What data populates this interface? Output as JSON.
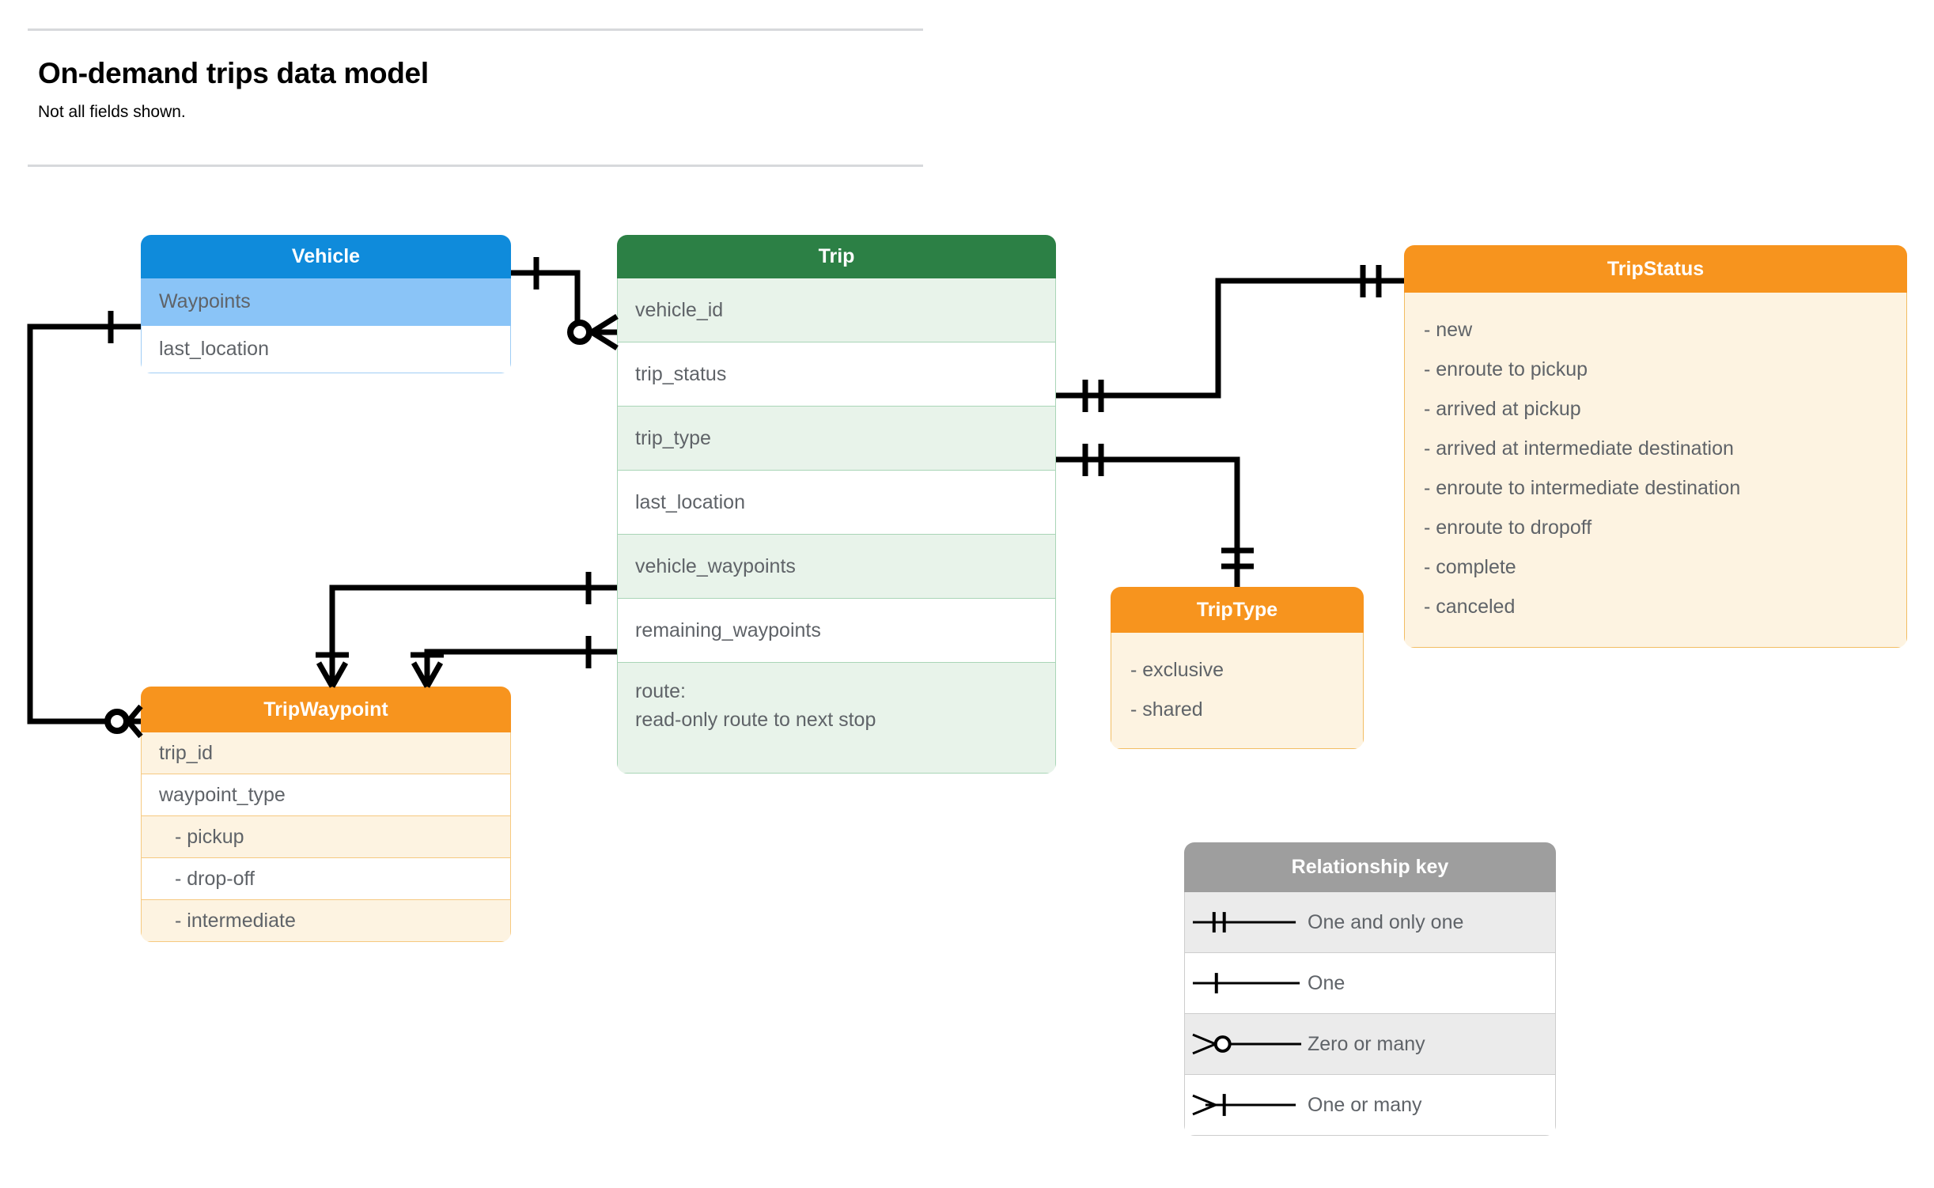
{
  "header": {
    "title": "On-demand trips data model",
    "subtitle": "Not all fields shown."
  },
  "entities": {
    "vehicle": {
      "name": "Vehicle",
      "header_color": "#0f8bdb",
      "fields": [
        "Waypoints",
        "last_location"
      ]
    },
    "trip": {
      "name": "Trip",
      "header_color": "#2c8045",
      "fields": [
        "vehicle_id",
        "trip_status",
        "trip_type",
        "last_location",
        "vehicle_waypoints",
        "remaining_waypoints"
      ],
      "route_label": "route:",
      "route_description": "read-only route to next stop"
    },
    "trip_status": {
      "name": "TripStatus",
      "header_color": "#f7941e",
      "values": [
        "- new",
        "- enroute to pickup",
        "- arrived at pickup",
        "- arrived at intermediate destination",
        "- enroute to intermediate destination",
        "- enroute to dropoff",
        "- complete",
        "- canceled"
      ]
    },
    "trip_type": {
      "name": "TripType",
      "header_color": "#f7941e",
      "values": [
        "- exclusive",
        "- shared"
      ]
    },
    "trip_waypoint": {
      "name": "TripWaypoint",
      "header_color": "#f7941e",
      "fields": [
        "trip_id",
        "waypoint_type"
      ],
      "values": [
        "-  pickup",
        "-  drop-off",
        "-  intermediate"
      ]
    }
  },
  "legend": {
    "title": "Relationship key",
    "rows": [
      {
        "symbol": "one-and-only-one-icon",
        "label": "One and only one"
      },
      {
        "symbol": "one-icon",
        "label": "One"
      },
      {
        "symbol": "zero-or-many-icon",
        "label": "Zero or many"
      },
      {
        "symbol": "one-or-many-icon",
        "label": "One or many"
      }
    ]
  },
  "relationships": [
    {
      "from": "Vehicle",
      "from_card": "one",
      "to": "Trip.vehicle_id",
      "to_card": "zero or many"
    },
    {
      "from": "Vehicle.Waypoints",
      "from_card": "one",
      "to": "TripWaypoint",
      "to_card": "zero or many"
    },
    {
      "from": "Trip.trip_status",
      "from_card": "one and only one",
      "to": "TripStatus",
      "to_card": "one and only one"
    },
    {
      "from": "Trip.trip_type",
      "from_card": "one and only one",
      "to": "TripType",
      "to_card": "one and only one"
    },
    {
      "from": "Trip.vehicle_waypoints",
      "from_card": "one",
      "to": "TripWaypoint",
      "to_card": "one or many"
    },
    {
      "from": "Trip.remaining_waypoints",
      "from_card": "one",
      "to": "TripWaypoint",
      "to_card": "one or many"
    }
  ]
}
